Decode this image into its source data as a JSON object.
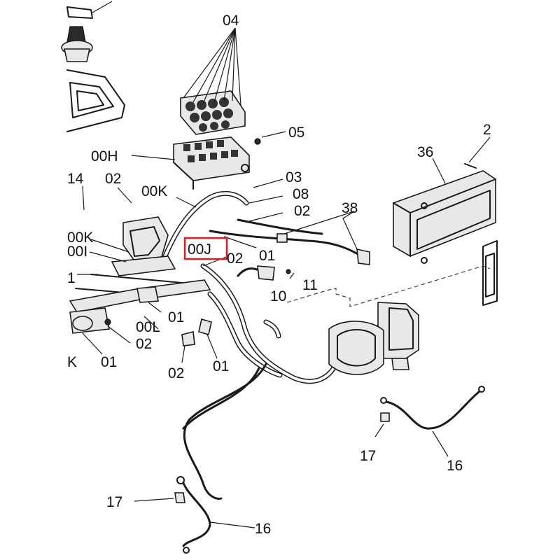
{
  "highlight_color": "#e01b1b",
  "callouts": {
    "c04": "04",
    "c05": "05",
    "c00H": "00H",
    "c36": "36",
    "c2": "2",
    "c14": "14",
    "c02_top": "02",
    "c00K_top": "00K",
    "c03": "03",
    "c08": "08",
    "c02_right": "02",
    "c38": "38",
    "c00K_left": "00K",
    "c00I": "00I",
    "c00J": "00J",
    "c02_mid": "02",
    "c01_mid": "01",
    "c1": "1",
    "c10": "10",
    "c11": "11",
    "c01_low": "01",
    "c00L": "00L",
    "c02_low": "02",
    "cK": "K",
    "c01_bottom": "01",
    "c02_bottom": "02",
    "c01_right": "01",
    "c17_right": "17",
    "c16_right": "16",
    "c17_left": "17",
    "c16_left": "16"
  }
}
